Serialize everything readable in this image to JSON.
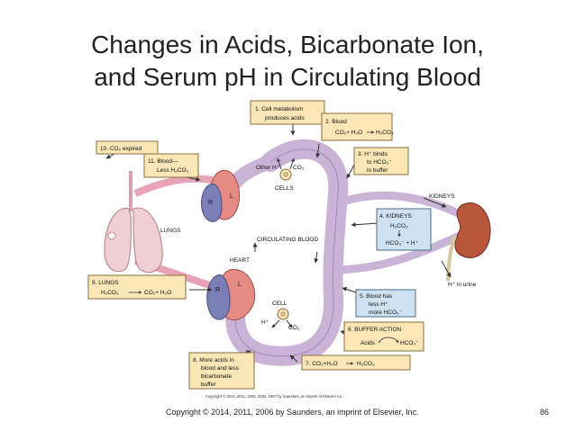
{
  "title": {
    "line1": "Changes in Acids, Bicarbonate Ion,",
    "line2": "and Serum pH in Circulating Blood"
  },
  "colors": {
    "box_fill": "#fbe6b8",
    "box_blue": "#cfe2f2",
    "box_border": "#8a6d3b",
    "vessel": "#c9b4d8",
    "vessel_edge": "#8e77a8",
    "pink_vessel": "#e8a3b8",
    "heart_red": "#e58b84",
    "heart_blue": "#7a7fb8",
    "kidney": "#b8563a",
    "lung": "#f0cfd4"
  },
  "boxes": {
    "b1": {
      "l1": "1.  Cell metabolism",
      "l2": "produces acids"
    },
    "b2": {
      "l1": "2.  Blood",
      "l2": "CO₂+ H₂O",
      "l3": "H₂CO₃"
    },
    "b3": {
      "l1": "3.  H⁺ binds",
      "l2": "to HCO₃⁻",
      "l3": "in buffer"
    },
    "b4": {
      "l1": "4.  KIDNEYS",
      "l2": "H₂CO₃",
      "l3": "HCO₃⁻ + H⁺"
    },
    "b5": {
      "l1": "5.  Blood has",
      "l2": "less H⁺",
      "l3": "more HCO₃⁻"
    },
    "b6": {
      "l1": "6.  BUFFER ACTION",
      "l2": "Acids",
      "l3": "HCO₃⁻"
    },
    "b7": {
      "l1": "7.  CO₂+H₂O",
      "l2": "H₂CO₃"
    },
    "b8": {
      "l1": "8.  More acids in",
      "l2": "blood and less",
      "l3": "bicarbonate",
      "l4": "buffer"
    },
    "b9": {
      "l1": "9.  LUNGS",
      "l2": "H₂CO₃",
      "l3": "CO₂+ H₂O"
    },
    "b10": {
      "l1": "10.  CO₂ expired"
    },
    "b11": {
      "l1": "11.  Blood—",
      "l2": "Less H₂CO₃"
    }
  },
  "labels": {
    "other_h": "Other H⁺",
    "co2_top": "CO₂",
    "cells": "CELLS",
    "kidneys": "KIDNEYS",
    "lungs": "LUNGS",
    "circulating": "CIRCULATING BLOOD",
    "heart": "HEART",
    "r_top": "R",
    "l_top": "L",
    "r_bot": "R",
    "l_bot": "L",
    "cell": "CELL",
    "h_bot": "H⁺",
    "co2_bot": "CO₂",
    "urine": "H⁺ in urine",
    "fig_copyright": "Copyright © 2014, 2011, 2006, 2002, 1997 by Saunders, an imprint of Elsevier Inc."
  },
  "footer": {
    "copyright": "Copyright © 2014, 2011, 2006 by Saunders, an imprint of Elsevier, Inc.",
    "page": "86"
  }
}
